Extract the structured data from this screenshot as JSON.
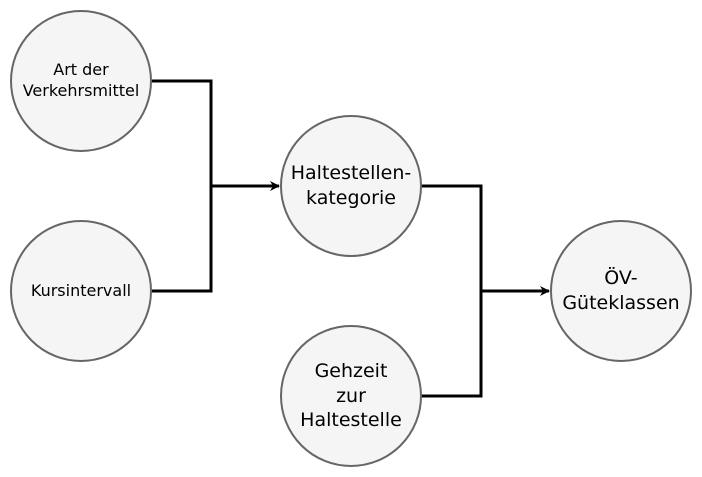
{
  "nodes": {
    "art_der_verkehrsmittel": "Art der\nVerkehrsmittel",
    "kursintervall": "Kursintervall",
    "haltestellenkategorie": "Haltestellen-\nkategorie",
    "gehzeit": "Gehzeit\nzur\nHaltestelle",
    "oev_gueteklassen": "ÖV-\nGüteklassen"
  },
  "colors": {
    "node_fill": "#f5f5f5",
    "node_stroke": "#666666",
    "connector": "#000000"
  }
}
